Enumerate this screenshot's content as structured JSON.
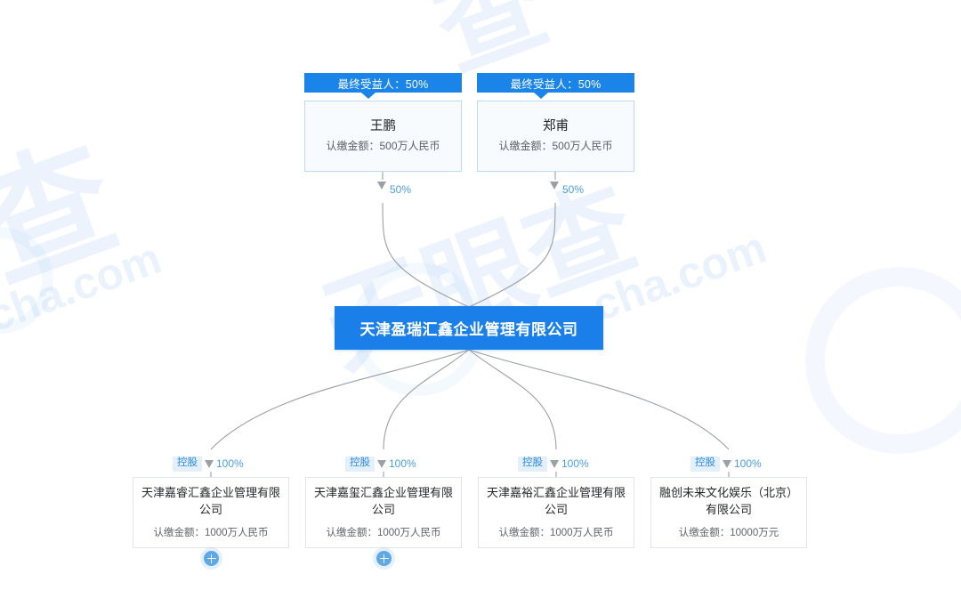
{
  "meta": {
    "accent_blue": "#1a7fe8",
    "tag_blue": "#1a84e8",
    "chip_bg": "#e3f0fc",
    "chip_text": "#2a87e8",
    "line_gray": "#9aa0a6",
    "card_border": "#e2e5ea",
    "person_border": "#b9dbf5"
  },
  "watermark": {
    "brand_cn": "天眼查",
    "brand_domain": "cha.com",
    "glyph_1": "查",
    "glyph_2": "天眼查",
    "domain_left": "cha.com",
    "domain_right": "cha.com"
  },
  "root": {
    "name": "天津盈瑞汇鑫企业管理有限公司"
  },
  "shareholders": [
    {
      "tag": "最终受益人：50%",
      "name": "王鹏",
      "amount": "认缴金额：500万人民币",
      "percent": "50%"
    },
    {
      "tag": "最终受益人：50%",
      "name": "郑甫",
      "amount": "认缴金额：500万人民币",
      "percent": "50%"
    }
  ],
  "subsidiaries": [
    {
      "relation": "控股",
      "percent": "100%",
      "name": "天津嘉睿汇鑫企业管理有限公司",
      "amount": "认缴金额：1000万人民币",
      "expandable": true
    },
    {
      "relation": "控股",
      "percent": "100%",
      "name": "天津嘉玺汇鑫企业管理有限公司",
      "amount": "认缴金额：1000万人民币",
      "expandable": true
    },
    {
      "relation": "控股",
      "percent": "100%",
      "name": "天津嘉裕汇鑫企业管理有限公司",
      "amount": "认缴金额：1000万人民币",
      "expandable": false
    },
    {
      "relation": "控股",
      "percent": "100%",
      "name": "融创未来文化娱乐（北京）有限公司",
      "amount": "认缴金额：10000万元",
      "expandable": false
    }
  ],
  "chart_data": {
    "type": "diagram",
    "title": "天津盈瑞汇鑫企业管理有限公司 股权结构图",
    "nodes": [
      {
        "id": "p1",
        "label": "王鹏",
        "role": "shareholder",
        "amount": "500万人民币"
      },
      {
        "id": "p2",
        "label": "郑甫",
        "role": "shareholder",
        "amount": "500万人民币"
      },
      {
        "id": "root",
        "label": "天津盈瑞汇鑫企业管理有限公司",
        "role": "focus"
      },
      {
        "id": "s1",
        "label": "天津嘉睿汇鑫企业管理有限公司",
        "role": "subsidiary",
        "amount": "1000万人民币"
      },
      {
        "id": "s2",
        "label": "天津嘉玺汇鑫企业管理有限公司",
        "role": "subsidiary",
        "amount": "1000万人民币"
      },
      {
        "id": "s3",
        "label": "天津嘉裕汇鑫企业管理有限公司",
        "role": "subsidiary",
        "amount": "1000万人民币"
      },
      {
        "id": "s4",
        "label": "融创未来文化娱乐（北京）有限公司",
        "role": "subsidiary",
        "amount": "10000万元"
      }
    ],
    "edges": [
      {
        "from": "p1",
        "to": "root",
        "label": "50%",
        "kind": "投资"
      },
      {
        "from": "p2",
        "to": "root",
        "label": "50%",
        "kind": "投资"
      },
      {
        "from": "root",
        "to": "s1",
        "label": "100%",
        "kind": "控股"
      },
      {
        "from": "root",
        "to": "s2",
        "label": "100%",
        "kind": "控股"
      },
      {
        "from": "root",
        "to": "s3",
        "label": "100%",
        "kind": "控股"
      },
      {
        "from": "root",
        "to": "s4",
        "label": "100%",
        "kind": "控股"
      }
    ]
  }
}
